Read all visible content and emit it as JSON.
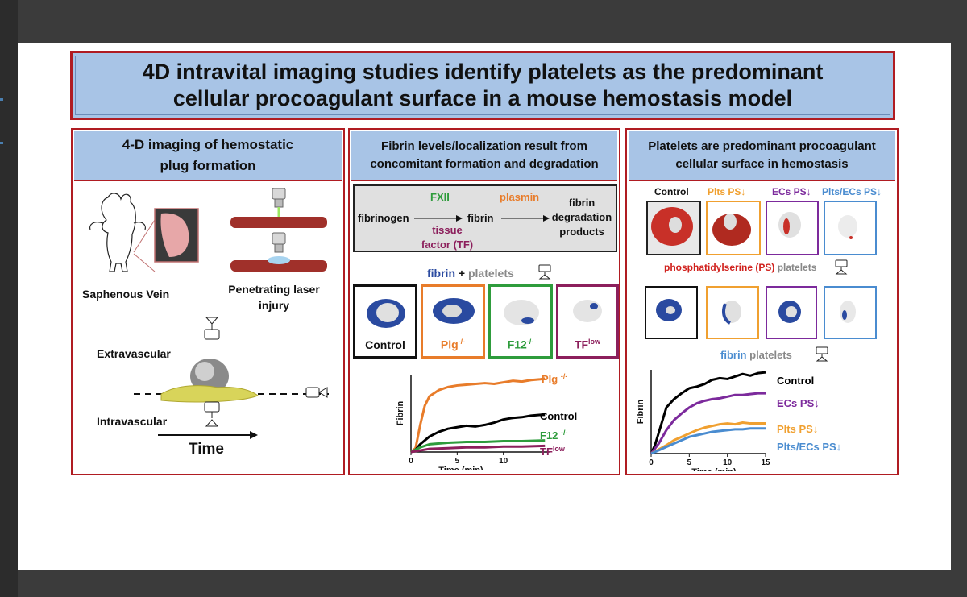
{
  "title_line1": "4D intravital imaging studies identify platelets as the predominant",
  "title_line2": "cellular procoagulant surface in a mouse hemostasis model",
  "panel1": {
    "head_line1": "4-D imaging of hemostatic",
    "head_line2": "plug formation",
    "saphenous": "Saphenous Vein",
    "laser_line1": "Penetrating laser",
    "laser_line2": "injury",
    "extravascular": "Extravascular",
    "intravascular": "Intravascular",
    "time": "Time"
  },
  "panel2": {
    "head_line1": "Fibrin levels/localization result from",
    "head_line2": "concomitant formation and degradation",
    "fxii": "FXII",
    "plasmin": "plasmin",
    "fibrinogen": "fibrinogen",
    "fibrin": "fibrin",
    "tissue_line1": "tissue",
    "tissue_line2": "factor (TF)",
    "product_line1": "fibrin",
    "product_line2": "degradation",
    "product_line3": "products",
    "legend_fibrin": "fibrin",
    "legend_plus": " + ",
    "legend_platelets": "platelets",
    "thumbs": [
      {
        "label": "Control",
        "sup": ""
      },
      {
        "label": "Plg",
        "sup": "-/-"
      },
      {
        "label": "F12",
        "sup": "-/-"
      },
      {
        "label": "TF",
        "sup": "low"
      }
    ]
  },
  "panel3": {
    "head_line1": "Platelets are predominant procoagulant",
    "head_line2": "cellular surface in hemostasis",
    "top_labels": [
      "Control",
      "Plts PS↓",
      "ECs PS↓",
      "Plts/ECs PS↓"
    ],
    "ps_legend_red": "phosphatidylserine (PS)",
    "ps_legend_plt": "platelets",
    "fib_legend_blue": "fibrin",
    "fib_legend_plt": "platelets"
  },
  "colors": {
    "frame_red": "#b01c22",
    "header_blue": "#a8c4e6",
    "control": "#000000",
    "plg": "#e87c2a",
    "f12": "#2e9c3c",
    "tf": "#8c1f5c",
    "ecs": "#7c2a9c",
    "plts": "#f0a030",
    "pltsecs": "#4a8cd0",
    "fibrin_blue": "#2a4aa0",
    "ps_red": "#d0201c"
  },
  "chart_data": [
    {
      "type": "line",
      "xlabel": "Time (min)",
      "ylabel": "Fibrin",
      "xticks": [
        0,
        5,
        10
      ],
      "xlim": [
        0,
        15
      ],
      "ylim": [
        0,
        1
      ],
      "series": [
        {
          "name": "Plg -/-",
          "color": "#e87c2a",
          "x": [
            0,
            0.5,
            1,
            1.5,
            2,
            3,
            4,
            5,
            6,
            7,
            8,
            9,
            10,
            11,
            12,
            13,
            14,
            14.5
          ],
          "y": [
            0,
            0.05,
            0.35,
            0.6,
            0.72,
            0.8,
            0.84,
            0.86,
            0.87,
            0.88,
            0.89,
            0.88,
            0.9,
            0.92,
            0.91,
            0.93,
            0.94,
            0.95
          ]
        },
        {
          "name": "Control",
          "color": "#000000",
          "x": [
            0,
            0.5,
            1,
            2,
            3,
            4,
            5,
            6,
            7,
            8,
            9,
            10,
            11,
            12,
            13,
            14,
            14.5
          ],
          "y": [
            0,
            0.03,
            0.1,
            0.2,
            0.26,
            0.3,
            0.32,
            0.34,
            0.33,
            0.35,
            0.38,
            0.42,
            0.44,
            0.45,
            0.47,
            0.48,
            0.48
          ]
        },
        {
          "name": "F12 -/-",
          "color": "#2e9c3c",
          "x": [
            0,
            1,
            2,
            4,
            6,
            8,
            10,
            12,
            14.5
          ],
          "y": [
            0,
            0.06,
            0.1,
            0.12,
            0.13,
            0.13,
            0.14,
            0.14,
            0.15
          ]
        },
        {
          "name": "TFlow",
          "color": "#8c1f5c",
          "x": [
            0,
            1,
            2,
            4,
            6,
            8,
            10,
            12,
            14.5
          ],
          "y": [
            0,
            0.02,
            0.04,
            0.05,
            0.06,
            0.06,
            0.07,
            0.07,
            0.08
          ]
        }
      ]
    },
    {
      "type": "line",
      "xlabel": "Time (min)",
      "ylabel": "Fibrin",
      "xticks": [
        0,
        5,
        10,
        15
      ],
      "xlim": [
        0,
        15
      ],
      "ylim": [
        0,
        1
      ],
      "series": [
        {
          "name": "Control",
          "color": "#000000",
          "x": [
            0,
            0.5,
            1,
            1.5,
            2,
            3,
            4,
            5,
            6,
            7,
            8,
            9,
            10,
            11,
            12,
            13,
            14,
            15
          ],
          "y": [
            0,
            0.1,
            0.25,
            0.4,
            0.55,
            0.65,
            0.72,
            0.78,
            0.8,
            0.83,
            0.88,
            0.9,
            0.89,
            0.92,
            0.95,
            0.93,
            0.96,
            0.97
          ]
        },
        {
          "name": "ECs PS↓",
          "color": "#7c2a9c",
          "x": [
            0,
            1,
            2,
            3,
            4,
            5,
            6,
            7,
            8,
            9,
            10,
            11,
            12,
            13,
            14,
            15
          ],
          "y": [
            0,
            0.12,
            0.28,
            0.4,
            0.48,
            0.55,
            0.6,
            0.63,
            0.65,
            0.66,
            0.68,
            0.7,
            0.7,
            0.71,
            0.72,
            0.72
          ]
        },
        {
          "name": "Plts PS↓",
          "color": "#f0a030",
          "x": [
            0,
            1,
            2,
            3,
            4,
            5,
            6,
            7,
            8,
            9,
            10,
            11,
            12,
            13,
            14,
            15
          ],
          "y": [
            0,
            0.05,
            0.1,
            0.16,
            0.2,
            0.24,
            0.28,
            0.31,
            0.33,
            0.35,
            0.36,
            0.35,
            0.37,
            0.36,
            0.36,
            0.36
          ]
        },
        {
          "name": "Plts/ECs PS↓",
          "color": "#4a8cd0",
          "x": [
            0,
            1,
            2,
            3,
            4,
            5,
            6,
            7,
            8,
            9,
            10,
            11,
            12,
            13,
            14,
            15
          ],
          "y": [
            0,
            0.04,
            0.08,
            0.12,
            0.16,
            0.2,
            0.22,
            0.24,
            0.26,
            0.27,
            0.28,
            0.29,
            0.29,
            0.3,
            0.3,
            0.3
          ]
        }
      ]
    }
  ]
}
